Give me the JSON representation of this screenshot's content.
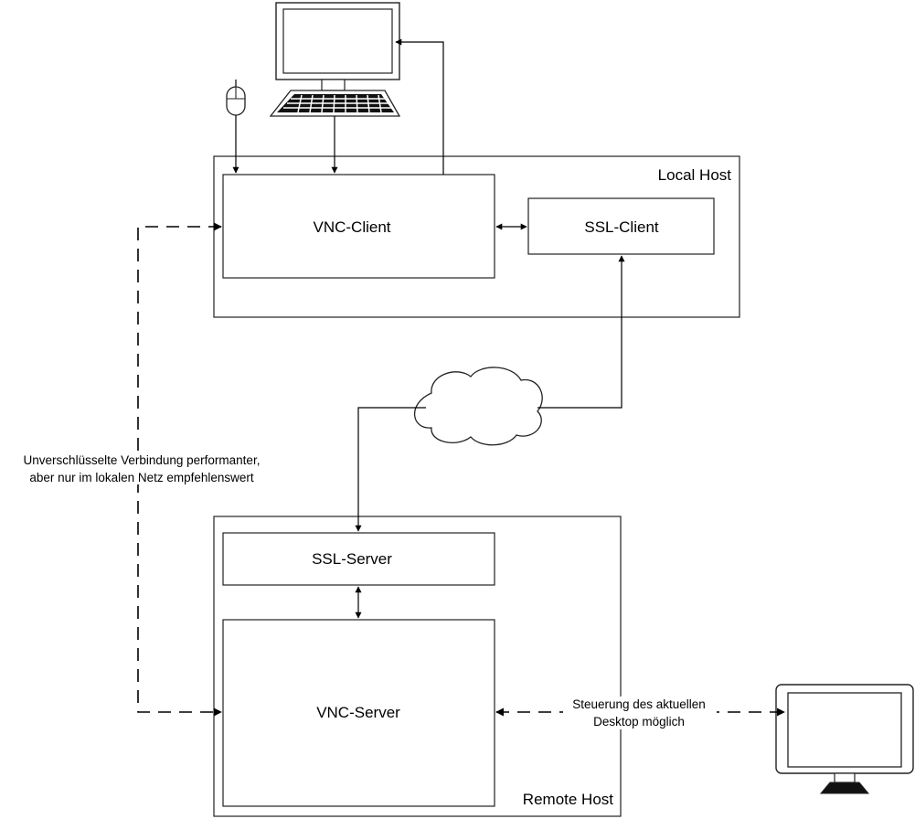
{
  "local_host": {
    "label": "Local Host"
  },
  "remote_host": {
    "label": "Remote Host"
  },
  "vnc_client": {
    "label": "VNC-Client"
  },
  "ssl_client": {
    "label": "SSL-Client"
  },
  "ssl_server": {
    "label": "SSL-Server"
  },
  "vnc_server": {
    "label": "VNC-Server"
  },
  "annotations": {
    "unencrypted_line1": "Unverschlüsselte Verbindung performanter,",
    "unencrypted_line2": "aber nur im lokalen Netz empfehlenswert",
    "control_line1": "Steuerung des aktuellen",
    "control_line2": "Desktop möglich"
  },
  "icons": [
    "mouse-icon",
    "computer-icon",
    "keyboard-icon",
    "cloud-icon",
    "monitor-icon"
  ]
}
